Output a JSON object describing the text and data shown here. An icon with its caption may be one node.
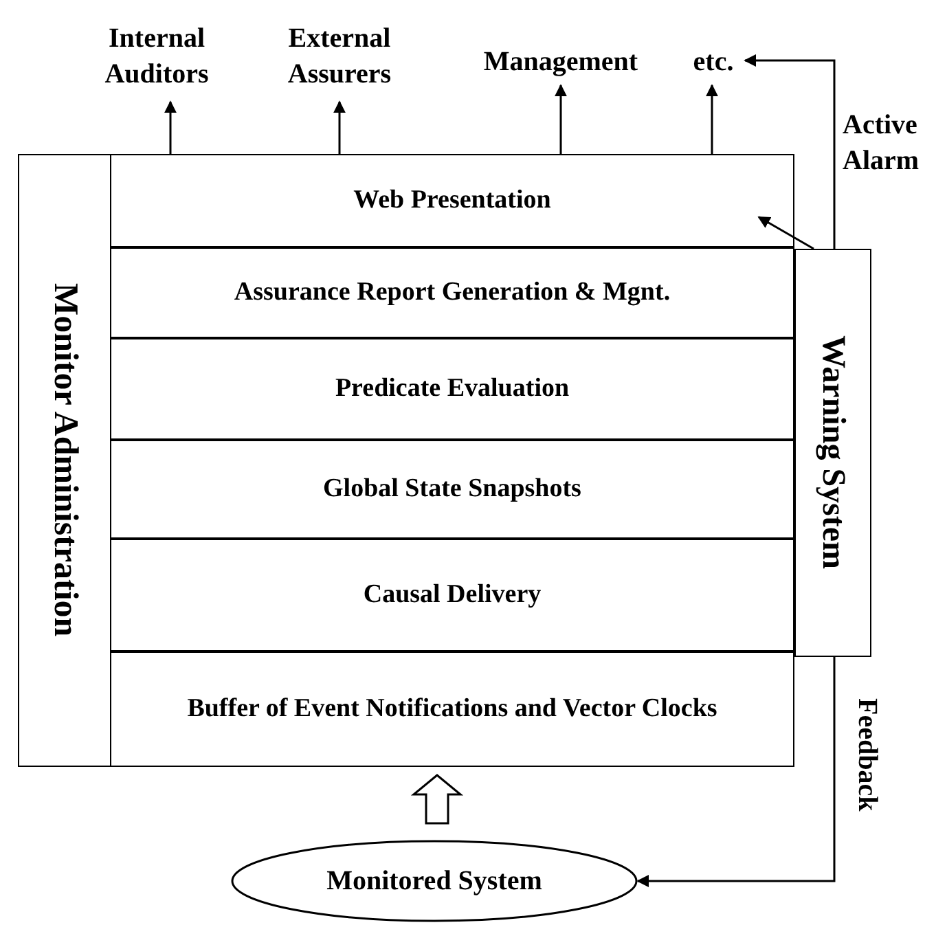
{
  "diagram": {
    "nodes": [
      {
        "text": [
          "Internal Auditors"
        ]
      },
      {
        "text": [
          "External Assurers"
        ]
      },
      {
        "text": [
          "Management"
        ]
      },
      {
        "text": [
          "etc."
        ]
      },
      {
        "text": [
          "Monitor Administration"
        ]
      },
      {
        "text": [
          "Web Presentation"
        ]
      },
      {
        "text": [
          "Assurance Report Generation & Mgnt."
        ]
      },
      {
        "text": [
          "Predicate Evaluation"
        ]
      },
      {
        "text": [
          "Global State Snapshots"
        ]
      },
      {
        "text": [
          "Causal Delivery"
        ]
      },
      {
        "text": [
          "Buffer of Event Notifications and Vector Clocks"
        ]
      },
      {
        "text": [
          "Warning System"
        ]
      },
      {
        "text": [
          "Monitored System"
        ]
      }
    ],
    "edges": [
      {
        "from": 5,
        "to": 0,
        "arrow": "to"
      },
      {
        "from": 5,
        "to": 1,
        "arrow": "to"
      },
      {
        "from": 5,
        "to": 2,
        "arrow": "to"
      },
      {
        "from": 5,
        "to": 3,
        "arrow": "to"
      },
      {
        "from": 11,
        "to": 3,
        "arrow": "to",
        "label": "Active Alarm"
      },
      {
        "from": 11,
        "to": 5,
        "arrow": "to"
      },
      {
        "from": 12,
        "to": 10,
        "arrow": "to",
        "style": "thick"
      },
      {
        "from": 11,
        "to": 12,
        "arrow": "to",
        "label": "Feedback"
      }
    ]
  }
}
